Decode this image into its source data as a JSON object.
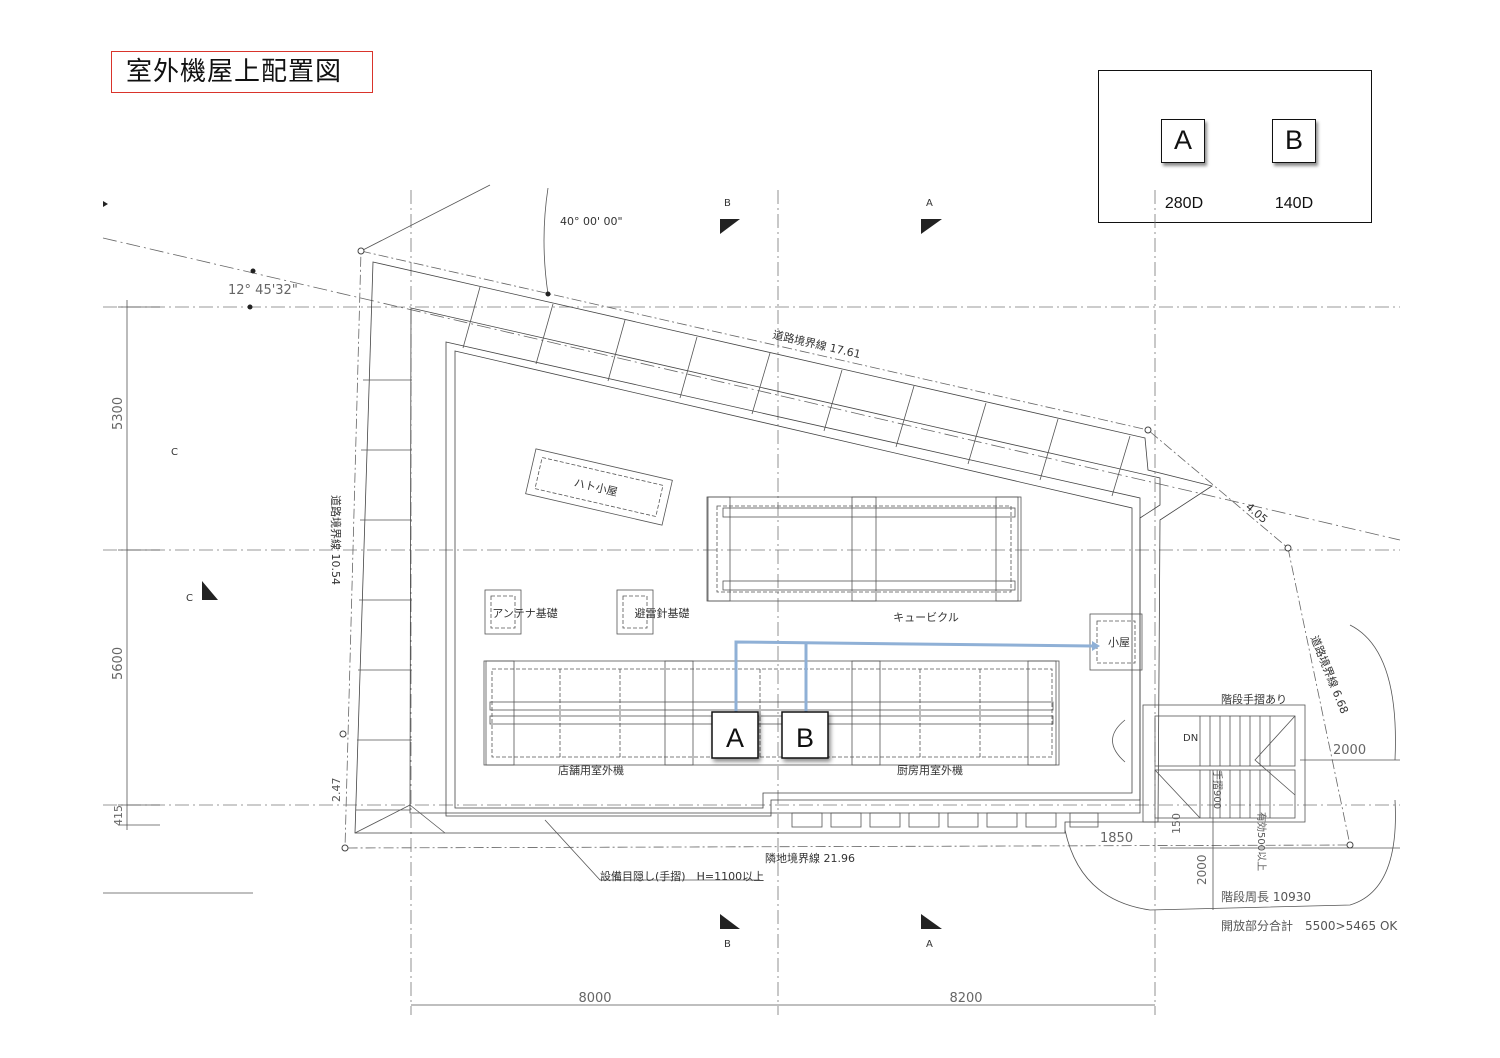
{
  "title": "室外機屋上配置図",
  "legend": {
    "units": [
      {
        "label": "A",
        "capacity": "280D"
      },
      {
        "label": "B",
        "capacity": "140D"
      }
    ]
  },
  "plan": {
    "units": [
      "A",
      "B"
    ],
    "angles": [
      "40° 00' 00\"",
      "12° 45'32\""
    ],
    "section_marks": [
      "B",
      "A",
      "C",
      "C",
      "B",
      "A"
    ],
    "boundaries": {
      "road_north": "道路境界線 17.61",
      "road_west": "道路境界線 10.54",
      "road_east": "道路境界線 6.68",
      "neighbor_south": "隣地境界線 21.96"
    },
    "labels": {
      "hato_goya": "ハト小屋",
      "cubicle": "キュービクル",
      "antenna": "アンテナ基礎",
      "lightning": "避雷針基礎",
      "hato_goya_small": "小屋",
      "shop_outdoor": "店舗用室外機",
      "kitchen_outdoor": "厨房用室外機",
      "stairs_rail": "階段手摺あり",
      "dn": "DN",
      "screen_note": "設備目隠し(手摺)　H=1100以上",
      "stair_perimeter": "階段周長 10930",
      "open_total": "開放部分合計　5500>5465 OK",
      "handrail_900": "手摺900",
      "effective_500": "有効500以上"
    },
    "dimensions": {
      "d5300": "5300",
      "d5600": "5600",
      "d415": "415",
      "d247": "2.47",
      "d405": "4.05",
      "d2000a": "2000",
      "d1850": "1850",
      "d150": "150",
      "d2000b": "2000",
      "d8000": "8000",
      "d8200": "8200"
    }
  },
  "colors": {
    "pipe": "#8fb0d6",
    "title_border": "#d9342b"
  }
}
